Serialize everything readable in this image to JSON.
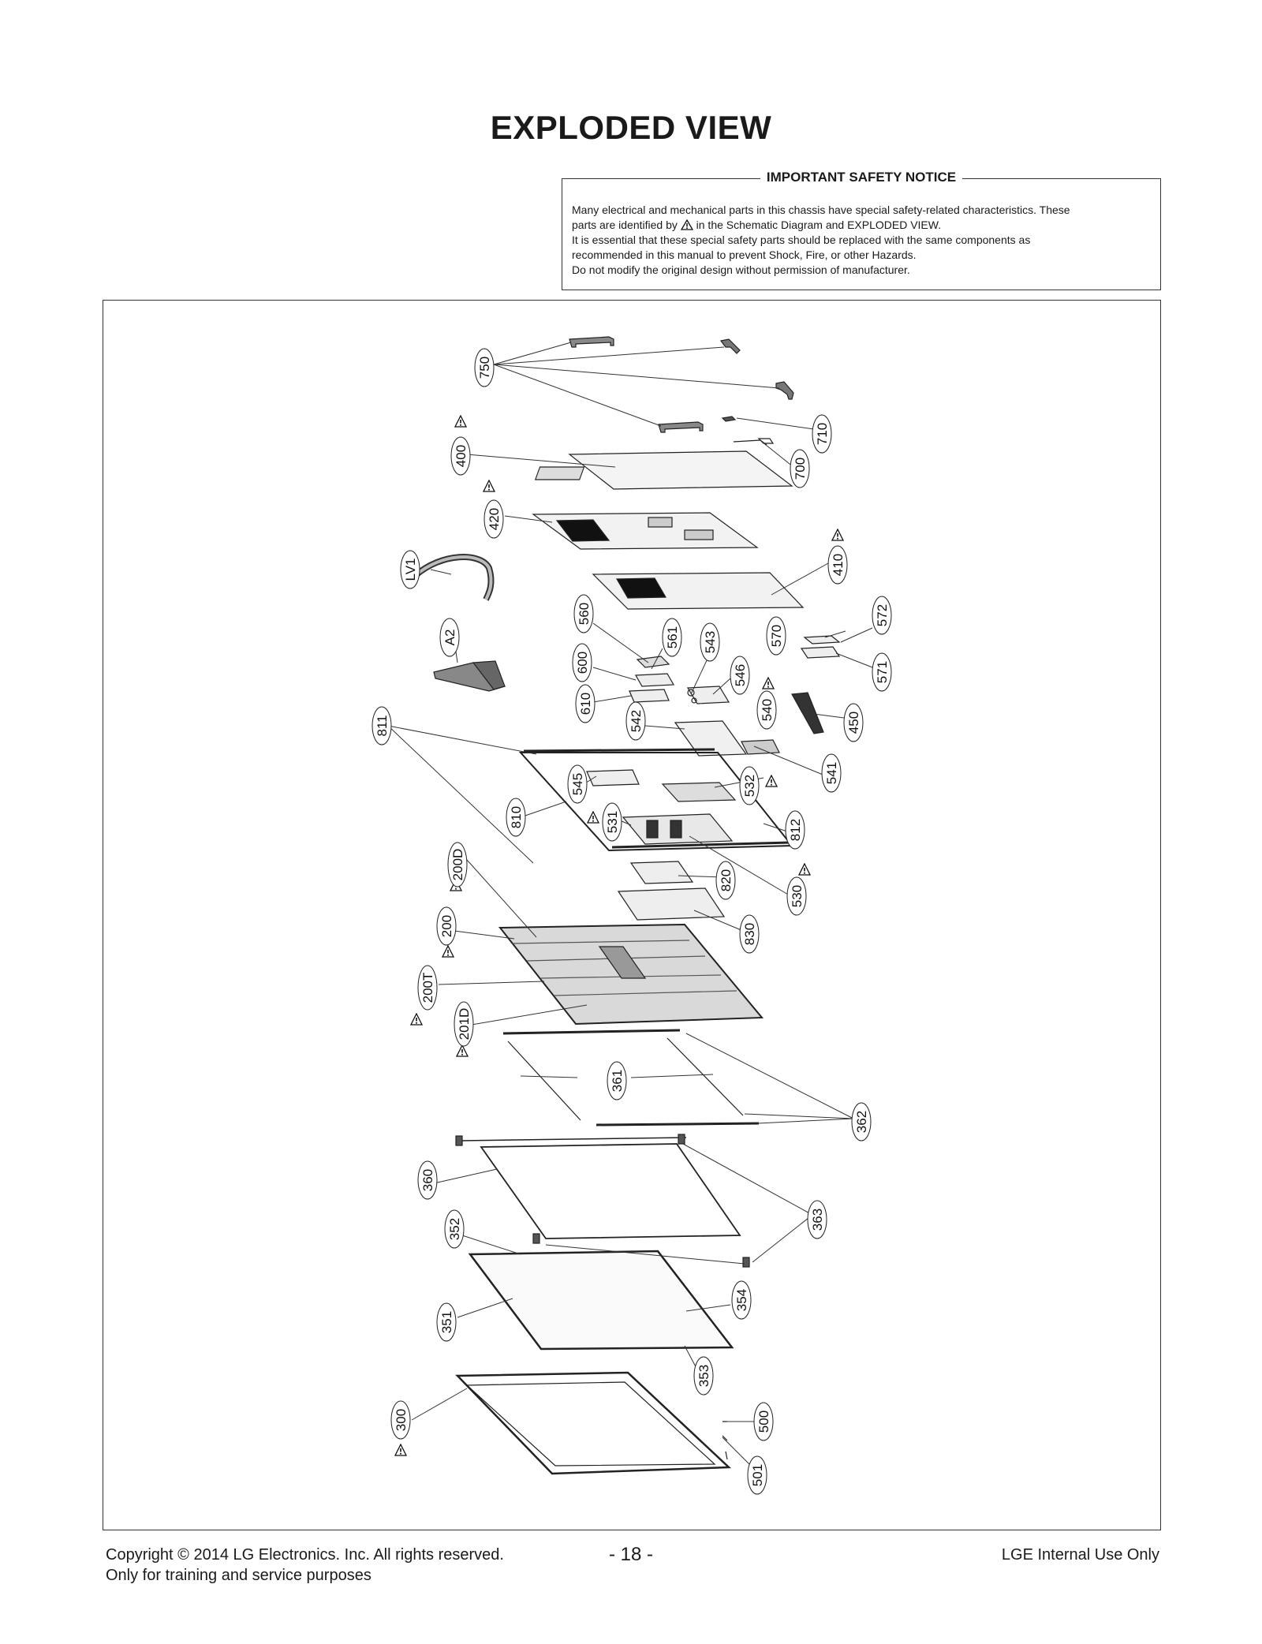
{
  "page": {
    "title": "EXPLODED VIEW"
  },
  "notice": {
    "heading": "IMPORTANT SAFETY NOTICE",
    "line1": "Many electrical and mechanical parts in this chassis have special safety-related characteristics. These",
    "line2_a": "parts are identified by",
    "line2_b": "in the Schematic Diagram and EXPLODED VIEW.",
    "line3": "It is essential that these special safety parts should be replaced with the same components as",
    "line4": "recommended in this manual to prevent Shock, Fire, or other Hazards.",
    "line5": "Do not modify the original design without permission of manufacturer."
  },
  "parts": {
    "p750": "750",
    "p710": "710",
    "p700": "700",
    "p400": "400",
    "p420": "420",
    "p410": "410",
    "pLV1": "LV1",
    "pA2": "A2",
    "p560": "560",
    "p561": "561",
    "p600": "600",
    "p610": "610",
    "p543": "543",
    "p546": "546",
    "p570": "570",
    "p572": "572",
    "p571": "571",
    "p540": "540",
    "p450": "450",
    "p542": "542",
    "p811": "811",
    "p541": "541",
    "p545": "545",
    "p532": "532",
    "p810": "810",
    "p531": "531",
    "p812": "812",
    "p200D": "200D",
    "p820": "820",
    "p530": "530",
    "p200": "200",
    "p830": "830",
    "p200T": "200T",
    "p201D": "201D",
    "p361": "361",
    "p362": "362",
    "p360": "360",
    "p363": "363",
    "p352": "352",
    "p354": "354",
    "p351": "351",
    "p353": "353",
    "p300": "300",
    "p500": "500",
    "p501": "501"
  },
  "footer": {
    "copyright": "Copyright  © 2014  LG Electronics. Inc. All rights reserved.",
    "usage": "Only for training and service purposes",
    "page_number": "- 18 -",
    "internal": "LGE Internal Use Only"
  }
}
